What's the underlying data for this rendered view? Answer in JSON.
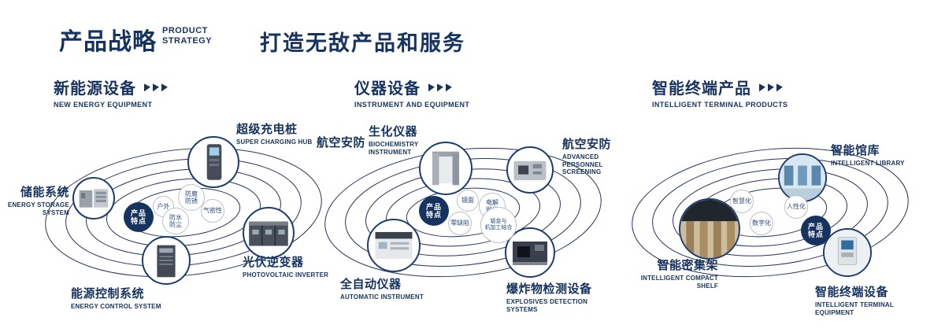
{
  "header": {
    "title_cn": "产品战略",
    "title_en_line1": "PRODUCT",
    "title_en_line2": "STRATEGY",
    "slogan": "打造无敌产品和服务"
  },
  "colors": {
    "navy": "#16335f",
    "orbit": "#24355c"
  },
  "sections": [
    {
      "title_cn": "新能源设备",
      "title_en": "NEW ENERGY EQUIPMENT",
      "badge_line1": "产品",
      "badge_line2": "特点",
      "products": [
        {
          "cn": "储能系统",
          "en": "ENERGY STORAGE SYSTEM"
        },
        {
          "cn": "超级充电桩",
          "en": "SUPER CHARGING HUB"
        },
        {
          "cn": "光伏逆变器",
          "en": "PHOTOVOLTAIC INVERTER"
        },
        {
          "cn": "能源控制系统",
          "en": "ENERGY CONTROL SYSTEM"
        }
      ],
      "features": [
        {
          "line1": "户外",
          "line2": ""
        },
        {
          "line1": "防腐",
          "line2": "防锈"
        },
        {
          "line1": "气密性",
          "line2": ""
        },
        {
          "line1": "防水",
          "line2": "防尘"
        }
      ]
    },
    {
      "title_cn": "仪器设备",
      "title_en": "INSTRUMENT AND EQUIPMENT",
      "side_label": "航空安防",
      "badge_line1": "产品",
      "badge_line2": "特点",
      "products": [
        {
          "cn": "生化仪器",
          "en": "BIOCHEMISTRY INSTRUMENT"
        },
        {
          "cn": "航空安防",
          "en": "ADVANCED PERSONNEL SCREENING"
        },
        {
          "cn": "全自动仪器",
          "en": "AUTOMATIC INSTRUMENT"
        },
        {
          "cn": "爆炸物检测设备",
          "en": "EXPLOSIVES DETECTION SYSTEMS"
        }
      ],
      "features": [
        {
          "line1": "镜面",
          "line2": ""
        },
        {
          "line1": "电解",
          "line2": "抛光"
        },
        {
          "line1": "零缺陷",
          "line2": ""
        },
        {
          "line1": "钣金与",
          "line2": "机加工结合"
        }
      ]
    },
    {
      "title_cn": "智能终端产品",
      "title_en": "INTELLIGENT TERMINAL PRODUCTS",
      "badge_line1": "产品",
      "badge_line2": "特点",
      "products": [
        {
          "cn": "智能馆库",
          "en": "INTELLIGENT LIBRARY"
        },
        {
          "cn": "智能密集架",
          "en": "INTELLIGENT COMPACT SHELF"
        },
        {
          "cn": "智能终端设备",
          "en": "INTELLIGENT TERMINAL EQUIPMENT"
        }
      ],
      "features": [
        {
          "line1": "智慧化",
          "line2": ""
        },
        {
          "line1": "人性化",
          "line2": ""
        },
        {
          "line1": "数字化",
          "line2": ""
        }
      ]
    }
  ]
}
